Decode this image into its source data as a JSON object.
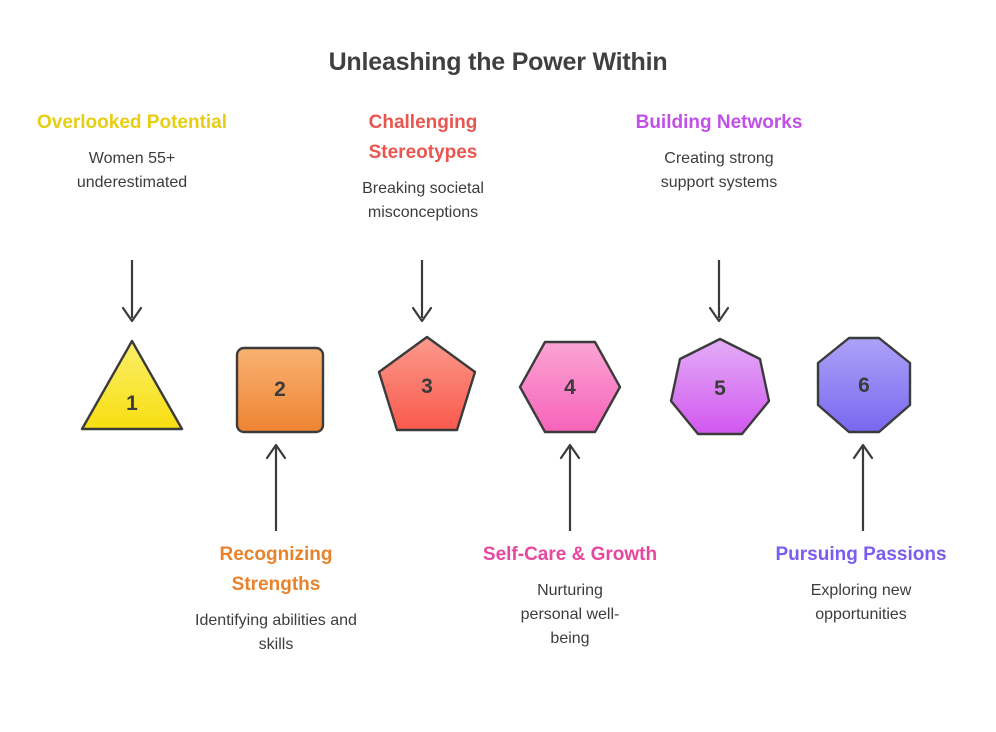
{
  "title": "Unleashing the Power Within",
  "colors": {
    "title": "#404040",
    "body_text": "#3c3c3c",
    "arrow": "#3b3b3b",
    "shape_stroke": "#3b3b3b",
    "number": "#3b3b3b",
    "background": "#ffffff"
  },
  "steps": [
    {
      "number": "1",
      "heading": "Overlooked Potential",
      "description": "Women 55+ underestimated",
      "heading_color": "#E8CE12",
      "shape": "triangle",
      "shape_fill_top": "#FBEF6B",
      "shape_fill_bottom": "#F7DE10",
      "position": "top",
      "arrow": "down"
    },
    {
      "number": "2",
      "heading": "Recognizing Strengths",
      "description": "Identifying abilities and skills",
      "heading_color": "#E8832B",
      "shape": "square",
      "shape_fill_top": "#F9B273",
      "shape_fill_bottom": "#EE8432",
      "position": "bottom",
      "arrow": "up"
    },
    {
      "number": "3",
      "heading": "Challenging Stereotypes",
      "description": "Breaking societal misconceptions",
      "heading_color": "#E9564F",
      "shape": "pentagon",
      "shape_fill_top": "#FB9A8D",
      "shape_fill_bottom": "#FA5A4C",
      "position": "top",
      "arrow": "down"
    },
    {
      "number": "4",
      "heading": "Self-Care & Growth",
      "description": "Nurturing personal well-being",
      "heading_color": "#E8479E",
      "shape": "hexagon",
      "shape_fill_top": "#FBA4D4",
      "shape_fill_bottom": "#F763BA",
      "position": "bottom",
      "arrow": "up"
    },
    {
      "number": "5",
      "heading": "Building Networks",
      "description": "Creating strong support systems",
      "heading_color": "#C14FE8",
      "shape": "heptagon",
      "shape_fill_top": "#E3AEF7",
      "shape_fill_bottom": "#D257F0",
      "position": "top",
      "arrow": "down"
    },
    {
      "number": "6",
      "heading": "Pursuing Passions",
      "description": "Exploring new opportunities",
      "heading_color": "#7B5CF0",
      "shape": "octagon",
      "shape_fill_top": "#ADA2F7",
      "shape_fill_bottom": "#7968F0",
      "position": "bottom",
      "arrow": "up"
    }
  ],
  "chart_data": {
    "type": "diagram",
    "title": "Unleashing the Power Within",
    "layout": "alternating timeline of six numbered polygon milestones",
    "categories": [
      "1",
      "2",
      "3",
      "4",
      "5",
      "6"
    ],
    "labels": [
      "Overlooked Potential",
      "Recognizing Strengths",
      "Challenging Stereotypes",
      "Self-Care & Growth",
      "Building Networks",
      "Pursuing Passions"
    ],
    "descriptions": [
      "Women 55+ underestimated",
      "Identifying abilities and skills",
      "Breaking societal misconceptions",
      "Nurturing personal well-being",
      "Creating strong support systems",
      "Exploring new opportunities"
    ]
  }
}
